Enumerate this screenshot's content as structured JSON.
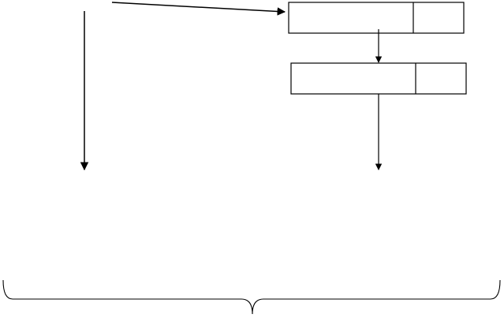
{
  "diagram": {
    "stroke_color": "#000000",
    "background_color": "#ffffff",
    "nodes": [
      {
        "id": "box-1",
        "shape": "rectangle",
        "divided": true,
        "label": ""
      },
      {
        "id": "box-2",
        "shape": "rectangle",
        "divided": true,
        "label": ""
      }
    ],
    "edges": [
      {
        "from": "top-left-origin",
        "to": "box-1",
        "direction": "right"
      },
      {
        "from": "top-left-origin",
        "to": "bottom-left",
        "direction": "down"
      },
      {
        "from": "box-1",
        "to": "box-2",
        "direction": "down"
      },
      {
        "from": "box-2",
        "to": "bottom-right",
        "direction": "down"
      }
    ],
    "bracket": {
      "shape": "curly-brace",
      "orientation": "under"
    }
  }
}
